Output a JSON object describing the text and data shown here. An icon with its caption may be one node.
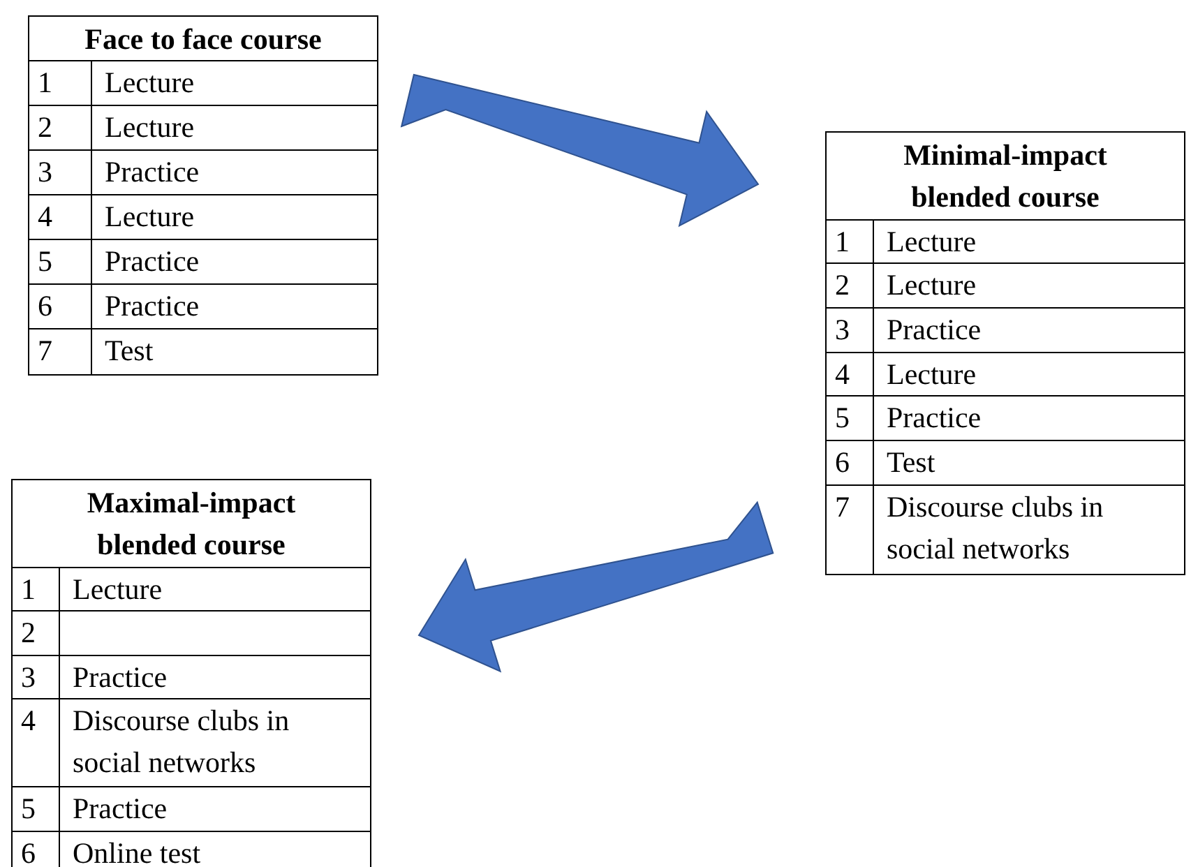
{
  "diagram": {
    "nodes": [
      {
        "text": [
          "Face to face course"
        ]
      },
      {
        "text": [
          "1",
          "Lecture"
        ],
        "in": 0
      },
      {
        "text": [
          "2",
          "Lecture"
        ],
        "in": 0
      },
      {
        "text": [
          "3",
          "Practice"
        ],
        "in": 0
      },
      {
        "text": [
          "4",
          "Lecture"
        ],
        "in": 0
      },
      {
        "text": [
          "5",
          "Practice"
        ],
        "in": 0
      },
      {
        "text": [
          "6",
          "Practice"
        ],
        "in": 0
      },
      {
        "text": [
          "7",
          "Test"
        ],
        "in": 0
      },
      {
        "text": [
          "Minimal-impact blended course"
        ]
      },
      {
        "text": [
          "1",
          "Lecture"
        ],
        "in": 8
      },
      {
        "text": [
          "2",
          "Lecture"
        ],
        "in": 8
      },
      {
        "text": [
          "3",
          "Practice"
        ],
        "in": 8
      },
      {
        "text": [
          "4",
          "Lecture"
        ],
        "in": 8
      },
      {
        "text": [
          "5",
          "Practice"
        ],
        "in": 8
      },
      {
        "text": [
          "6",
          "Test"
        ],
        "in": 8
      },
      {
        "text": [
          "7",
          "Discourse clubs in social networks"
        ],
        "in": 8
      },
      {
        "text": [
          "Maximal-impact blended course"
        ]
      },
      {
        "text": [
          "1",
          "Lecture"
        ],
        "in": 16
      },
      {
        "text": [
          "2"
        ],
        "in": 16
      },
      {
        "text": [
          "3",
          "Practice"
        ],
        "in": 16
      },
      {
        "text": [
          "4",
          "Discourse clubs in social networks"
        ],
        "in": 16
      },
      {
        "text": [
          "5",
          "Practice"
        ],
        "in": 16
      },
      {
        "text": [
          "6",
          "Online test"
        ],
        "in": 16
      }
    ],
    "edges": [
      {
        "from": 0,
        "to": 8,
        "arrow": "to",
        "style": "thick"
      },
      {
        "from": 8,
        "to": 16,
        "arrow": "to",
        "style": "thick"
      }
    ]
  }
}
